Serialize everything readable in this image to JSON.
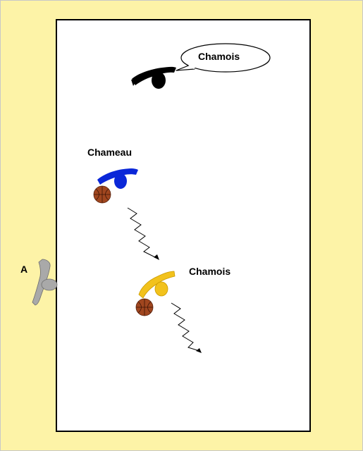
{
  "labels": {
    "speech_bubble_text": "Chamois",
    "blue_player": "Chameau",
    "yellow_player": "Chamois",
    "outside_player": "A"
  },
  "colors": {
    "background": "#fdf3a7",
    "court": "#ffffff",
    "black_player": "#000000",
    "blue_player": "#0a27d8",
    "yellow_player": "#f2c21c",
    "grey_player": "#a9a9a9",
    "ball": "#a0461f"
  },
  "icons": [
    "player-black-icon",
    "player-blue-icon",
    "player-yellow-icon",
    "player-grey-icon",
    "basketball-icon",
    "zigzag-arrow-icon",
    "speech-bubble-icon"
  ]
}
